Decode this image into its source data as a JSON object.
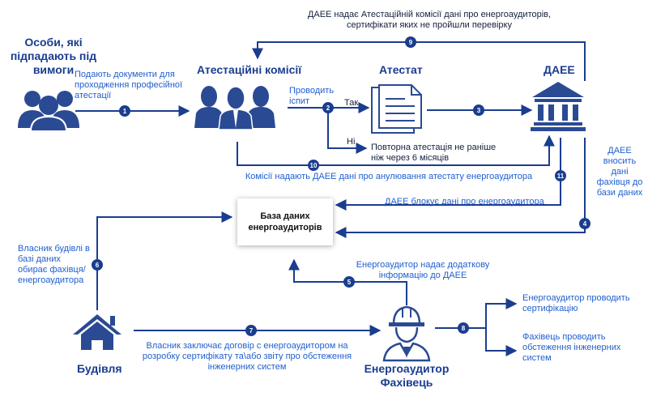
{
  "title": "",
  "actors": {
    "persons": "Особи, які підпадають під вимоги",
    "commissions": "Атестаційні комісії",
    "certificate": "Атестат",
    "daee": "ДАЕЕ",
    "database": "База даних енергоаудиторів",
    "building": "Будівля",
    "auditor": "Енергоаудитор Фахівець"
  },
  "steps": {
    "s1": "Подають документи для проходження професійної атестації",
    "s2": "Проводить іспит",
    "s2_yes": "Так",
    "s2_no": "Ні",
    "s2_no_result": "Повторна атестація не раніше ніж через 6 місяців",
    "s4": "ДАЕЕ вносить дані фахівця до бази даних",
    "s5": "Енергоаудитор надає додаткову інформацію до ДАЕЕ",
    "s6": "Власник будівлі в базі даних обирає фахівця/ енергоаудитора",
    "s7": "Власник заключає договір с енергоаудитором на розробку сертифікату та\\або звіту про обстеження інженерних систем",
    "s8_a": "Енергоаудитор проводить сертифікацію",
    "s8_b": "Фахівець проводить обстеження інженерних систем",
    "s9": "ДАЕЕ надає Атестаційній комісії дані про енергоаудиторів, сертифікати яких не пройшли перевірку",
    "s10": "Комісії надають ДАЕЕ дані про анулювання атестату енергоаудитора",
    "s11": "ДАЕЕ блокує дані про енергоаудитора"
  },
  "badges": [
    "1",
    "2",
    "3",
    "4",
    "5",
    "6",
    "7",
    "8",
    "9",
    "10",
    "11"
  ],
  "icons": [
    "people-group-icon",
    "business-people-icon",
    "document-icon",
    "government-building-icon",
    "house-icon",
    "engineer-helmet-icon"
  ],
  "colors": {
    "primary": "#1a3d8f",
    "text_blue": "#1f5fcf",
    "icon": "#2b4a94"
  }
}
